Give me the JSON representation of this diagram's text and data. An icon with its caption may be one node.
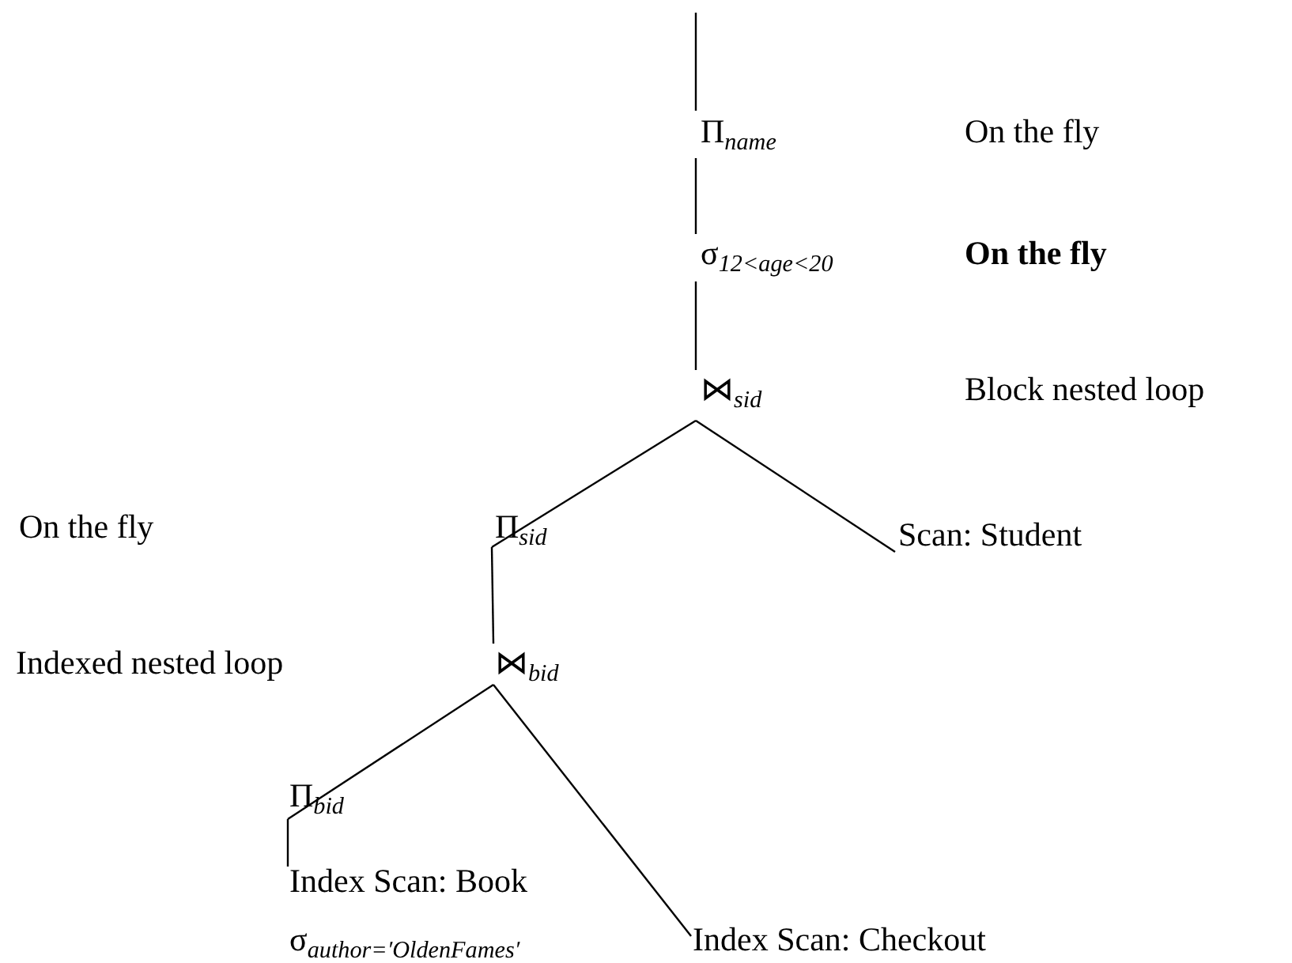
{
  "diagram": {
    "nodes": [
      {
        "text": [
          "Π$_{name}$"
        ]
      },
      {
        "text": [
          "σ$_{12<age<20}$"
        ]
      },
      {
        "text": [
          "⋈$_{sid}$"
        ]
      },
      {
        "text": [
          "Π$_{sid}$"
        ]
      },
      {
        "text": [
          "Scan: Student"
        ]
      },
      {
        "text": [
          "⋈$_{bid}$"
        ]
      },
      {
        "text": [
          "Π$_{bid}$"
        ]
      },
      {
        "text": [
          "Index Scan: Book"
        ],
        "beside": [
          "σ$_{author=′OldenFames′}$"
        ]
      },
      {
        "text": [
          "Index Scan: Checkout"
        ]
      }
    ],
    "edges": [
      {
        "from": null,
        "to": 0,
        "arrow": "none"
      },
      {
        "from": 0,
        "to": 1,
        "arrow": "none"
      },
      {
        "from": 1,
        "to": 2,
        "arrow": "none"
      },
      {
        "from": 2,
        "to": 3,
        "arrow": "none"
      },
      {
        "from": 2,
        "to": 4,
        "arrow": "none"
      },
      {
        "from": 3,
        "to": 5,
        "arrow": "none"
      },
      {
        "from": 5,
        "to": 6,
        "arrow": "none"
      },
      {
        "from": 5,
        "to": 8,
        "arrow": "none"
      },
      {
        "from": 6,
        "to": 7,
        "arrow": "none"
      }
    ],
    "labels": [
      "On the fly",
      "On the fly",
      "Block nested loop",
      "On the fly",
      "Indexed nested loop"
    ]
  }
}
